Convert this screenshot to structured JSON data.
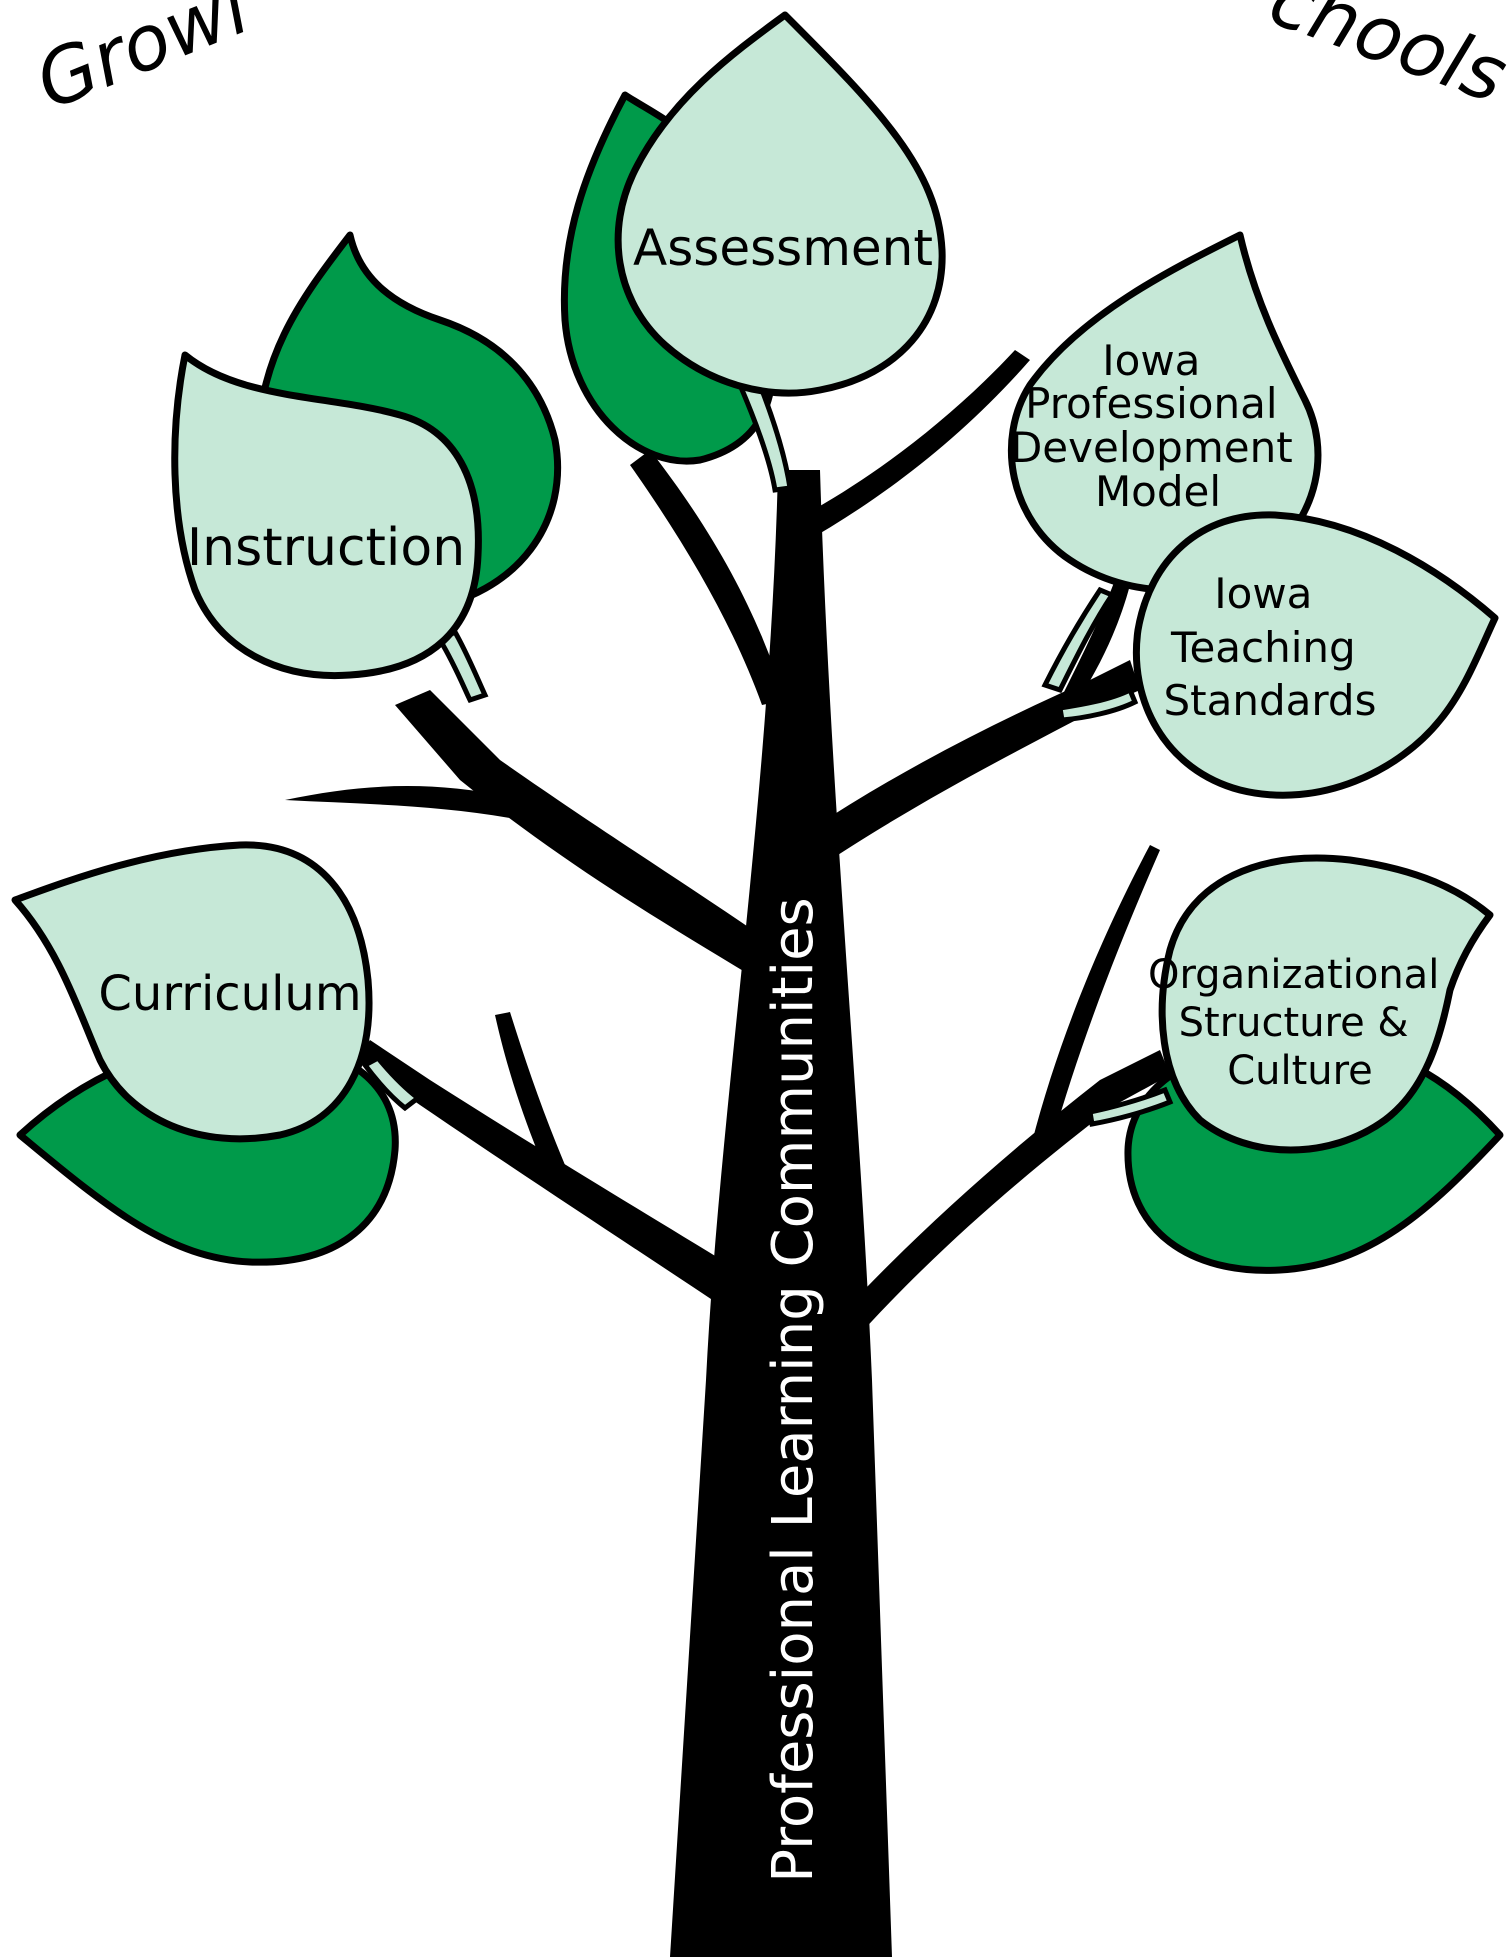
{
  "title": {
    "left_fragment": "Growi",
    "right_fragment": "chools"
  },
  "trunk_label": "Professional Learning Communities",
  "leaves": {
    "assessment": [
      "Assessment"
    ],
    "instruction": [
      "Instruction"
    ],
    "iowa_pd_model": [
      "Iowa",
      "Professional",
      "Development",
      "Model"
    ],
    "iowa_teaching_standards": [
      "Iowa",
      "Teaching",
      "Standards"
    ],
    "curriculum": [
      "Curriculum"
    ],
    "org_structure": [
      "Organizational",
      "Structure &",
      "Culture"
    ]
  },
  "colors": {
    "leaf_light": "#c6e8d7",
    "leaf_dark": "#009a4a",
    "trunk": "#000000",
    "outline": "#000000",
    "background": "#ffffff"
  }
}
